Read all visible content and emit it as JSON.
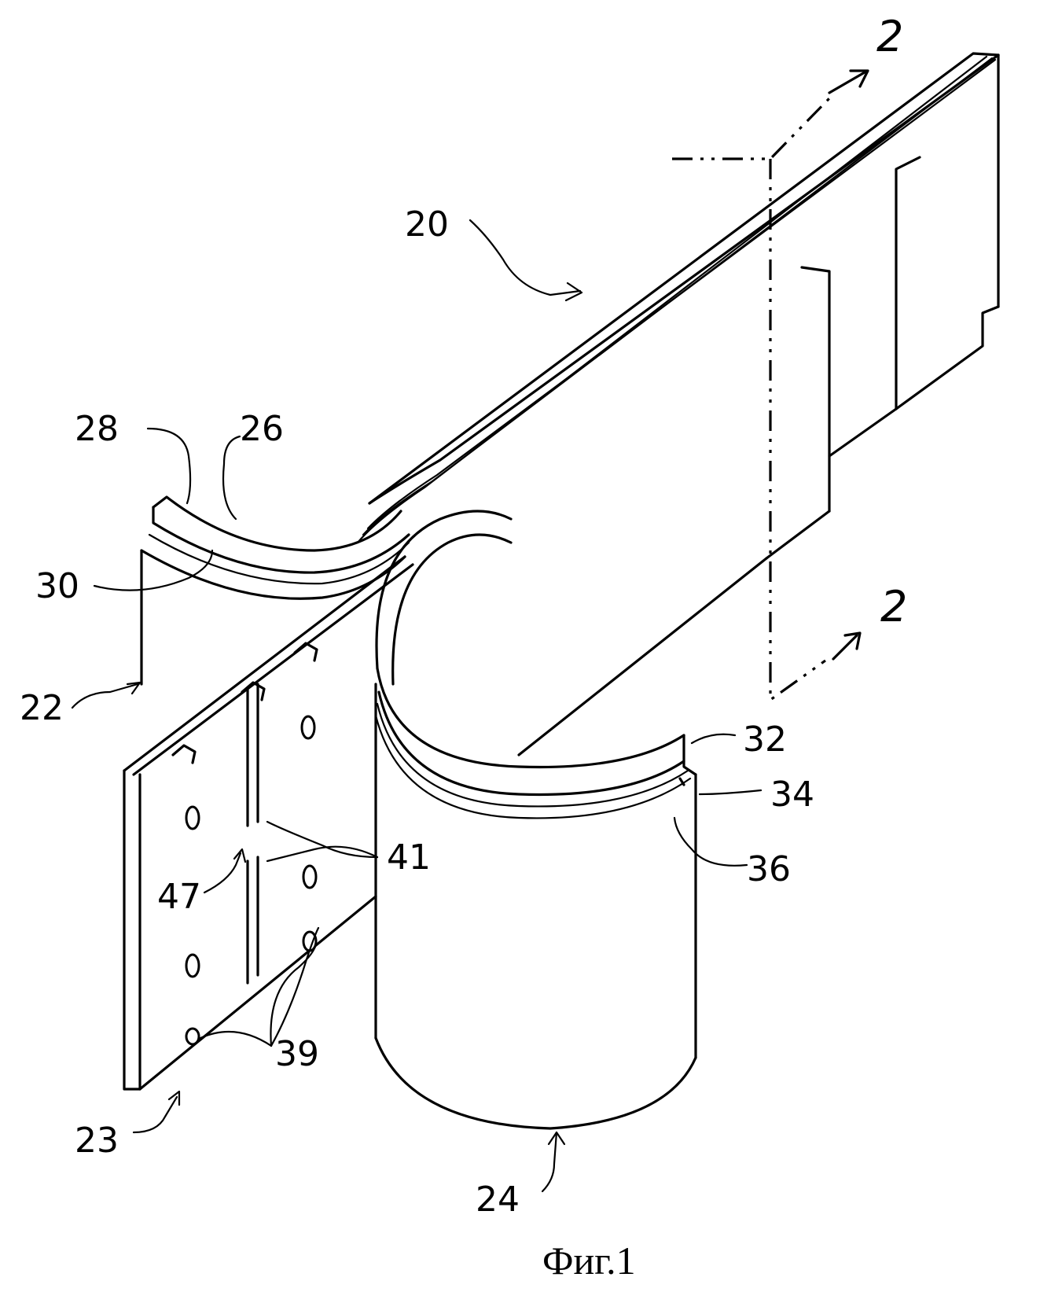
{
  "labels": {
    "l20": "20",
    "l22": "22",
    "l23": "23",
    "l24": "24",
    "l26": "26",
    "l28": "28",
    "l30": "30",
    "l32": "32",
    "l34": "34",
    "l36": "36",
    "l39": "39",
    "l41": "41",
    "l47": "47"
  },
  "section": {
    "top": "2",
    "bottom": "2"
  },
  "caption": "Фиг.1"
}
